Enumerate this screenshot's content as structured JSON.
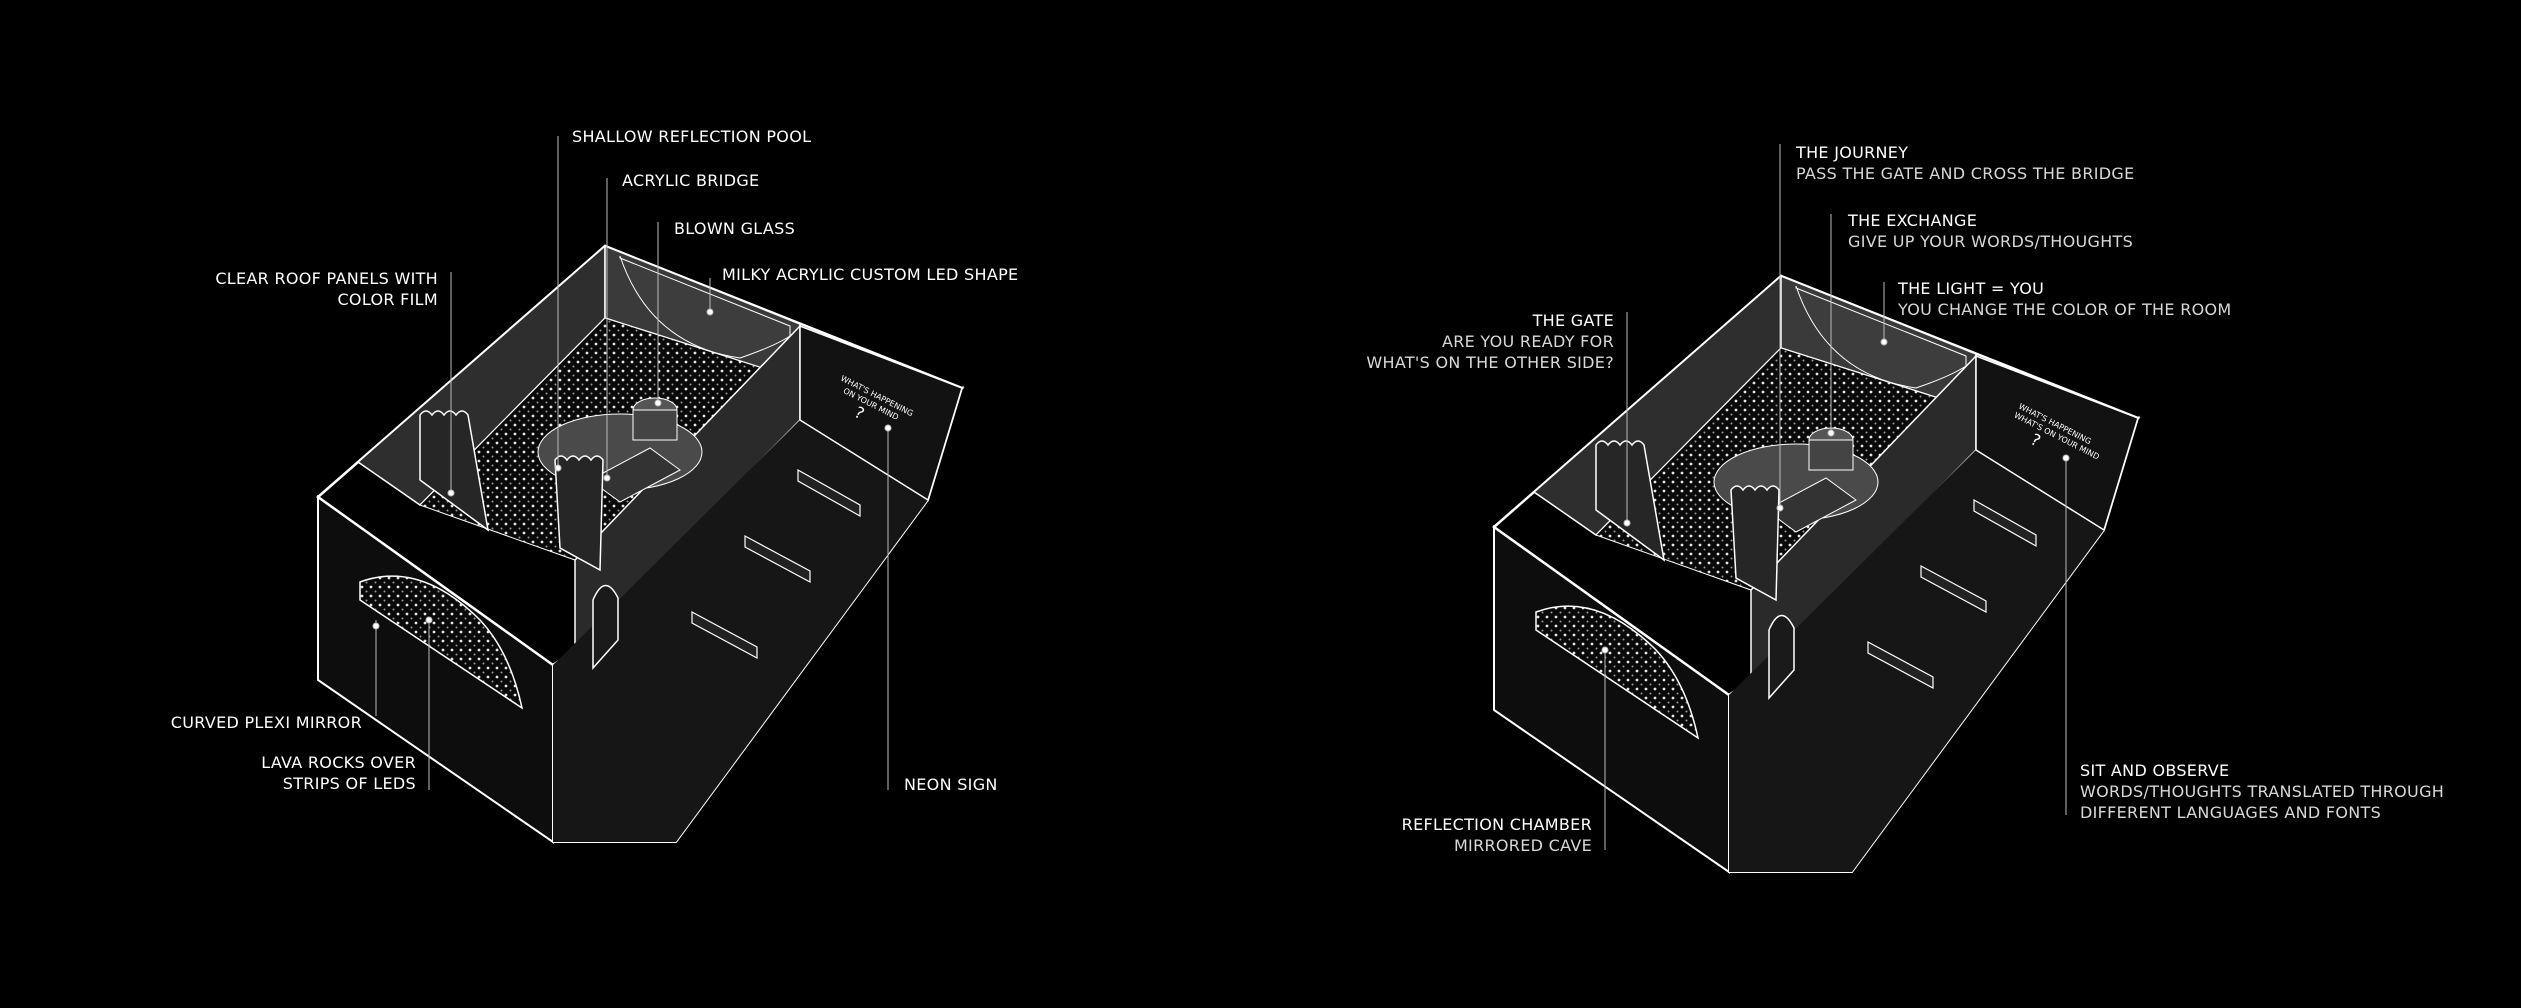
{
  "left": {
    "labels": {
      "pool": "SHALLOW REFLECTION POOL",
      "bridge": "ACRYLIC BRIDGE",
      "glass": "BLOWN GLASS",
      "led": "MILKY ACRYLIC CUSTOM LED SHAPE",
      "roof": "CLEAR ROOF PANELS WITH\nCOLOR FILM",
      "mirror": "CURVED PLEXI MIRROR",
      "lava": "LAVA ROCKS OVER\nSTRIPS OF LEDS",
      "neon": "NEON SIGN"
    },
    "neon_text": [
      "WHAT'S HAPPENING",
      "ON YOUR MIND",
      "?"
    ]
  },
  "right": {
    "journey": {
      "title": "THE JOURNEY",
      "desc": "PASS THE GATE AND CROSS THE BRIDGE"
    },
    "exchange": {
      "title": "THE EXCHANGE",
      "desc": "GIVE UP YOUR WORDS/THOUGHTS"
    },
    "light": {
      "title": "THE LIGHT = YOU",
      "desc": "YOU CHANGE THE COLOR OF THE ROOM"
    },
    "gate": {
      "title": "THE GATE",
      "desc": "ARE YOU READY FOR\nWHAT'S ON THE OTHER SIDE?"
    },
    "observe": {
      "title": "SIT AND OBSERVE",
      "desc": "WORDS/THOUGHTS TRANSLATED THROUGH\nDIFFERENT LANGUAGES AND FONTS"
    },
    "chamber": {
      "title": "REFLECTION CHAMBER",
      "desc": "MIRRORED CAVE"
    },
    "neon_text": [
      "WHAT'S HAPPENING",
      "WHAT'S ON YOUR MIND",
      "?"
    ]
  },
  "colors": {
    "background": "#000000",
    "line": "#ffffff",
    "wall_dark": "#141414",
    "floor": "#1c1c1c"
  }
}
